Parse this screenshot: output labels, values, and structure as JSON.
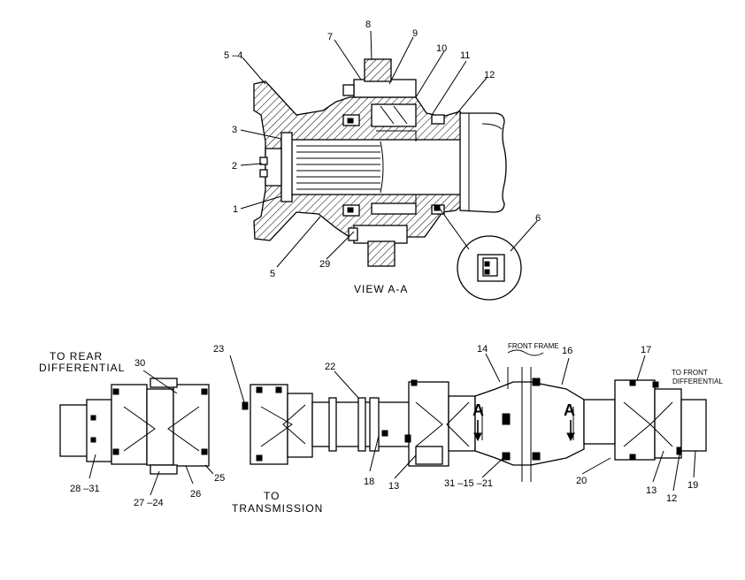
{
  "view_caption": "VIEW A-A",
  "notes": {
    "to_rear_line1": "TO REAR",
    "to_rear_line2": "DIFFERENTIAL",
    "to_trans_line1": "TO",
    "to_trans_line2": "TRANSMISSION",
    "front_frame": "FRONT FRAME",
    "to_front_line1": "TO FRONT",
    "to_front_line2": "DIFFERENTIAL",
    "section_left": "A",
    "section_right": "A"
  },
  "callouts": {
    "c8": "8",
    "c7": "7",
    "c9": "9",
    "c10": "10",
    "c11": "11",
    "c12_top": "12",
    "c5_4": "5 –4",
    "c3": "3",
    "c2": "2",
    "c1": "1",
    "c5": "5",
    "c29": "29",
    "c6": "6",
    "c23": "23",
    "c30": "30",
    "c22": "22",
    "c14": "14",
    "c16": "16",
    "c17": "17",
    "c28_31": "28 –31",
    "c27_24": "27 –24",
    "c26": "26",
    "c25": "25",
    "c18": "18",
    "c13_mid": "13",
    "c31_15_21": "31 –15 –21",
    "c20": "20",
    "c13_right": "13",
    "c12_right": "12",
    "c19": "19"
  }
}
